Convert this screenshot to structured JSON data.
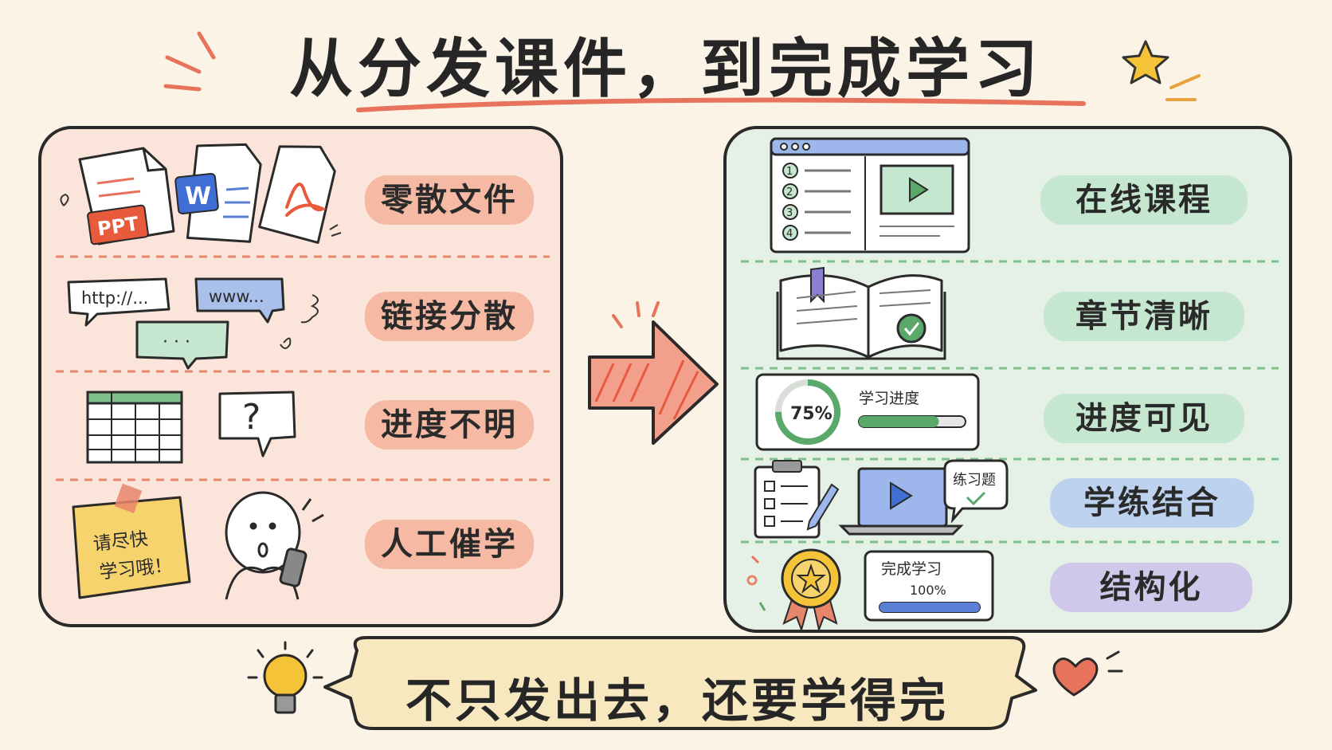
{
  "title": "从分发课件，到完成学习",
  "left_panel": {
    "rows": [
      {
        "label": "零散文件"
      },
      {
        "label": "链接分散"
      },
      {
        "label": "进度不明"
      },
      {
        "label": "人工催学"
      }
    ],
    "file_badges": {
      "ppt": "PPT",
      "word": "W"
    },
    "bubbles": {
      "http": "http://...",
      "www": "www...",
      "dots": "· · ·",
      "question": "?"
    },
    "sticky_note": {
      "line1": "请尽快",
      "line2": "学习哦！"
    }
  },
  "right_panel": {
    "rows": [
      {
        "label": "在线课程"
      },
      {
        "label": "章节清晰"
      },
      {
        "label": "进度可见"
      },
      {
        "label": "学练结合"
      },
      {
        "label": "结构化"
      }
    ],
    "course_list_numbers": [
      "1",
      "2",
      "3",
      "4"
    ],
    "progress_card": {
      "title": "学习进度",
      "percent_text": "75%",
      "value": 0.75,
      "bar_fill": 0.75
    },
    "practice_bubble": "练习题",
    "complete_card": {
      "title": "完成学习",
      "percent_text": "100%",
      "bar_fill": 1.0
    }
  },
  "bottom_banner": "不只发出去，还要学得完",
  "colors": {
    "background": "#fbf3e6",
    "left_panel_fill": "#fbe4d9",
    "right_panel_fill": "#e5f1e6",
    "accent_red": "#e8735c",
    "accent_green": "#5aa86a",
    "accent_blue": "#5b7fd6",
    "banner_fill": "#f7e8c0"
  }
}
